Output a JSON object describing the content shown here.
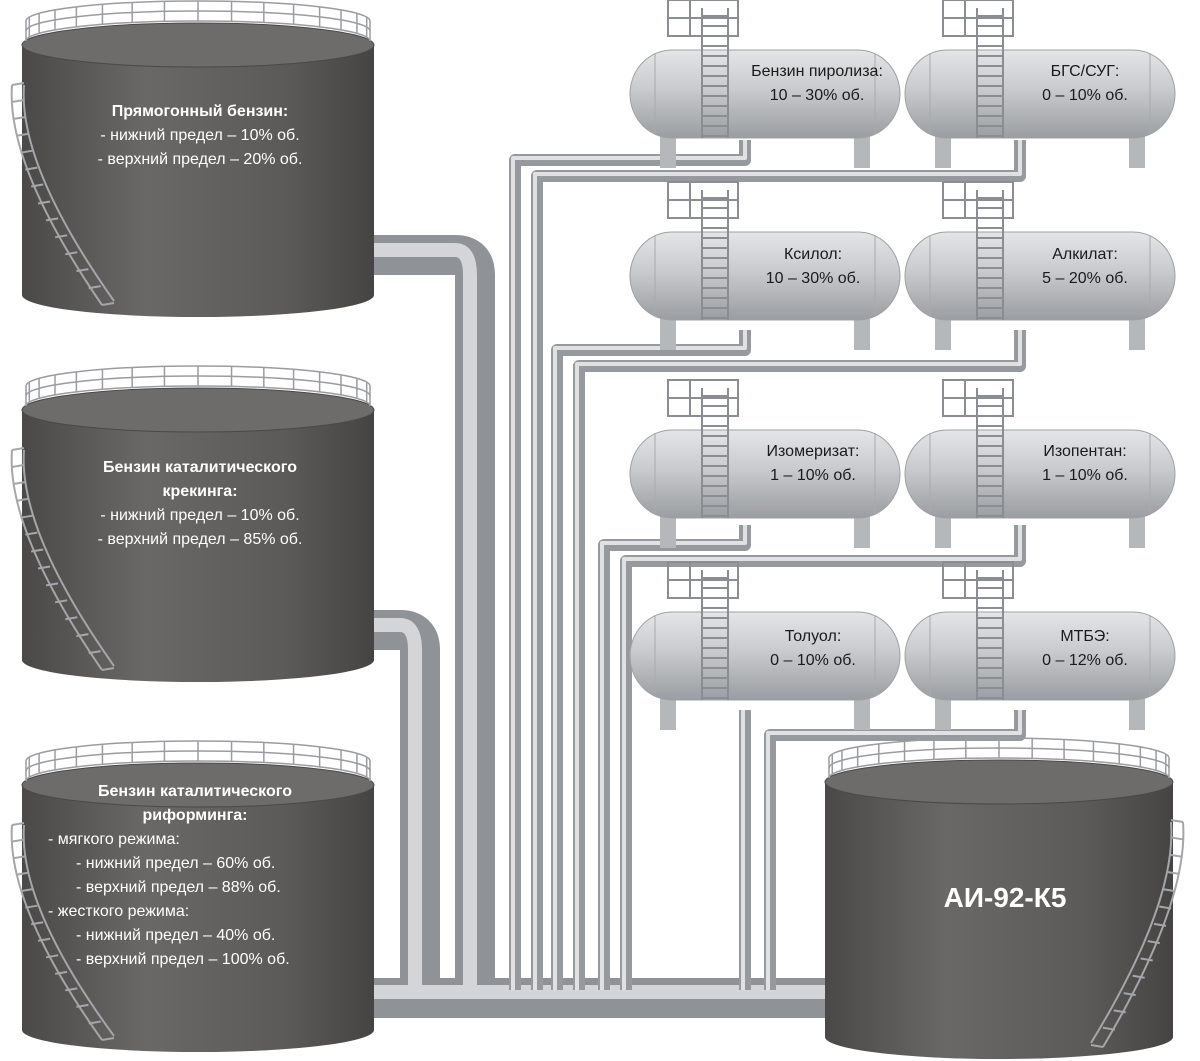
{
  "large_tanks": [
    {
      "id": "straight-run",
      "title": "Прямогонный бензин:",
      "lines": [
        "- нижний предел – 10% об.",
        "- верхний предел – 20% об."
      ]
    },
    {
      "id": "cat-cracking",
      "title": "Бензин каталитического крекинга:",
      "title_lines": [
        "Бензин каталитического",
        "крекинга:"
      ],
      "lines": [
        "- нижний предел – 10% об.",
        "- верхний предел – 85% об."
      ]
    },
    {
      "id": "cat-reforming",
      "title": "Бензин каталитического риформинга:",
      "title_lines": [
        "Бензин каталитического",
        "риформинга:"
      ],
      "lines": [
        "- мягкого режима:",
        "- нижний предел – 60% об.",
        "- верхний предел – 88% об.",
        "- жесткого режима:",
        "- нижний предел – 40% об.",
        "- верхний предел – 100% об."
      ]
    }
  ],
  "small_tanks": [
    {
      "name": "Бензин пиролиза:",
      "range": "10 – 30% об."
    },
    {
      "name": "БГС/СУГ:",
      "range": "0 – 10% об."
    },
    {
      "name": "Ксилол:",
      "range": "10 – 30% об."
    },
    {
      "name": "Алкилат:",
      "range": "5 – 20% об."
    },
    {
      "name": "Изомеризат:",
      "range": "1 – 10% об."
    },
    {
      "name": "Изопентан:",
      "range": "1 – 10% об."
    },
    {
      "name": "Толуол:",
      "range": "0 – 10% об."
    },
    {
      "name": "МТБЭ:",
      "range": "0 – 12% об."
    }
  ],
  "product_tank": {
    "label": "АИ-92-К5"
  },
  "colors": {
    "big_tank": "#5f5d5c",
    "small_tank": "#c9cbce",
    "pipe": "#a9acaf",
    "railing": "#8d8f93"
  }
}
